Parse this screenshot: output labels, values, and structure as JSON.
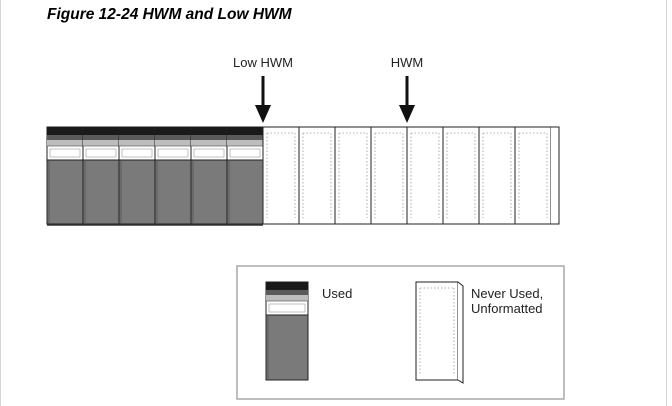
{
  "figure": {
    "title": "Figure 12-24 HWM and Low HWM"
  },
  "markers": {
    "low_hwm_label": "Low HWM",
    "hwm_label": "HWM"
  },
  "legend": {
    "used_label": "Used",
    "never_used_line1": "Never Used,",
    "never_used_line2": "Unformatted"
  },
  "segment": {
    "used_blocks": 6,
    "unformatted_blocks": 8
  },
  "colors": {
    "used_fill": "#7a7a7a",
    "used_top": "#1a1a1a",
    "block_outline": "#222222",
    "unformatted_fill": "#ffffff",
    "legend_border": "#a8a8a8",
    "frame_border": "#d6d6d6"
  }
}
